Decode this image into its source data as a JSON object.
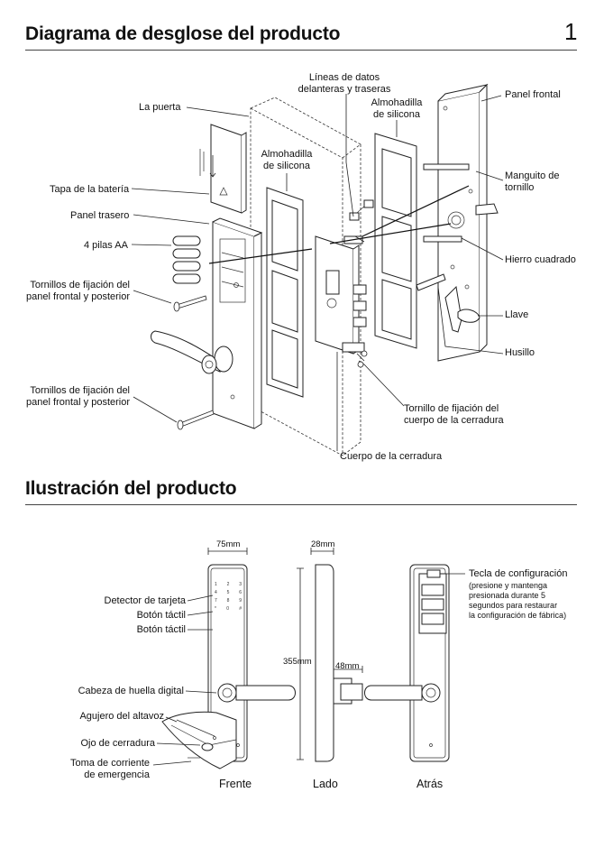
{
  "page_number": "1",
  "section1": {
    "title": "Diagrama de desglose del producto",
    "labels": {
      "door": "La puerta",
      "battery_cover": "Tapa de la batería",
      "back_panel": "Panel trasero",
      "batteries": "4 pilas AA",
      "screws_top_1": "Tornillos de fijación del",
      "screws_top_2": "panel frontal y posterior",
      "screws_bottom_1": "Tornillos de fijación del",
      "screws_bottom_2": "panel frontal y posterior",
      "silicone_left_1": "Almohadilla",
      "silicone_left_2": "de silicona",
      "data_lines_1": "Líneas de datos",
      "data_lines_2": "delanteras y traseras",
      "silicone_right_1": "Almohadilla",
      "silicone_right_2": "de silicona",
      "front_panel": "Panel frontal",
      "screw_sleeve_1": "Manguito de",
      "screw_sleeve_2": "tornillo",
      "square_iron": "Hierro cuadrado",
      "key": "Llave",
      "spindle": "Husillo",
      "lock_screw_1": "Tornillo de fijación del",
      "lock_screw_2": "cuerpo de la cerradura",
      "lock_body": "Cuerpo de la cerradura"
    }
  },
  "section2": {
    "title": "Ilustración del producto",
    "dims": {
      "width": "75mm",
      "depth": "28mm",
      "height": "355mm",
      "handle": "48mm"
    },
    "labels": {
      "card_detector": "Detector de tarjeta",
      "touch_button_1": "Botón táctil",
      "touch_button_2": "Botón táctil",
      "fingerprint": "Cabeza de huella digital",
      "speaker": "Agujero del altavoz",
      "keyhole": "Ojo de cerradura",
      "emergency_1": "Toma de corriente",
      "emergency_2": "de emergencia",
      "config_key": "Tecla de configuración",
      "config_note_1": "(presione y mantenga",
      "config_note_2": "presionada durante 5",
      "config_note_3": "segundos para restaurar",
      "config_note_4": "la configuración de fábrica)"
    },
    "views": {
      "front": "Frente",
      "side": "Lado",
      "back": "Atrás"
    },
    "keypad": [
      "1",
      "2",
      "3",
      "4",
      "5",
      "6",
      "7",
      "8",
      "9",
      "*",
      "0",
      "#"
    ]
  }
}
